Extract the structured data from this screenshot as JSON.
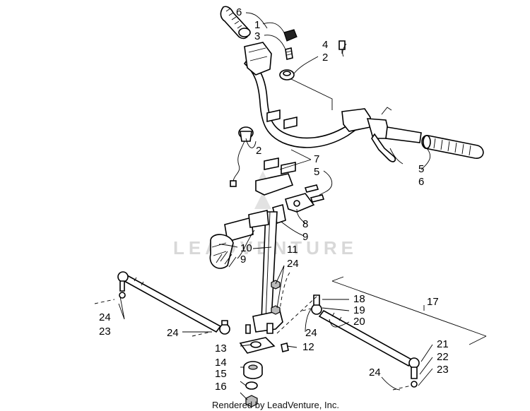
{
  "watermark": "LEADVENTURE",
  "credit": "Rendered by LeadVenture, Inc.",
  "callouts": {
    "c6a": "6",
    "c1": "1",
    "c3": "3",
    "c4": "4",
    "c2a": "2",
    "c2b": "2",
    "c7": "7",
    "c5a": "5",
    "c5b": "5",
    "c6b": "6",
    "c8": "8",
    "c9a": "9",
    "c10": "10",
    "c9b": "9",
    "c11": "11",
    "c24a": "24",
    "c17": "17",
    "c18": "18",
    "c19": "19",
    "c20": "20",
    "c24b": "24",
    "c23a": "23",
    "c24c": "24",
    "c24d": "24",
    "c12": "12",
    "c13": "13",
    "c14": "14",
    "c15": "15",
    "c16": "16",
    "c21": "21",
    "c22": "22",
    "c24e": "24",
    "c23b": "23"
  }
}
